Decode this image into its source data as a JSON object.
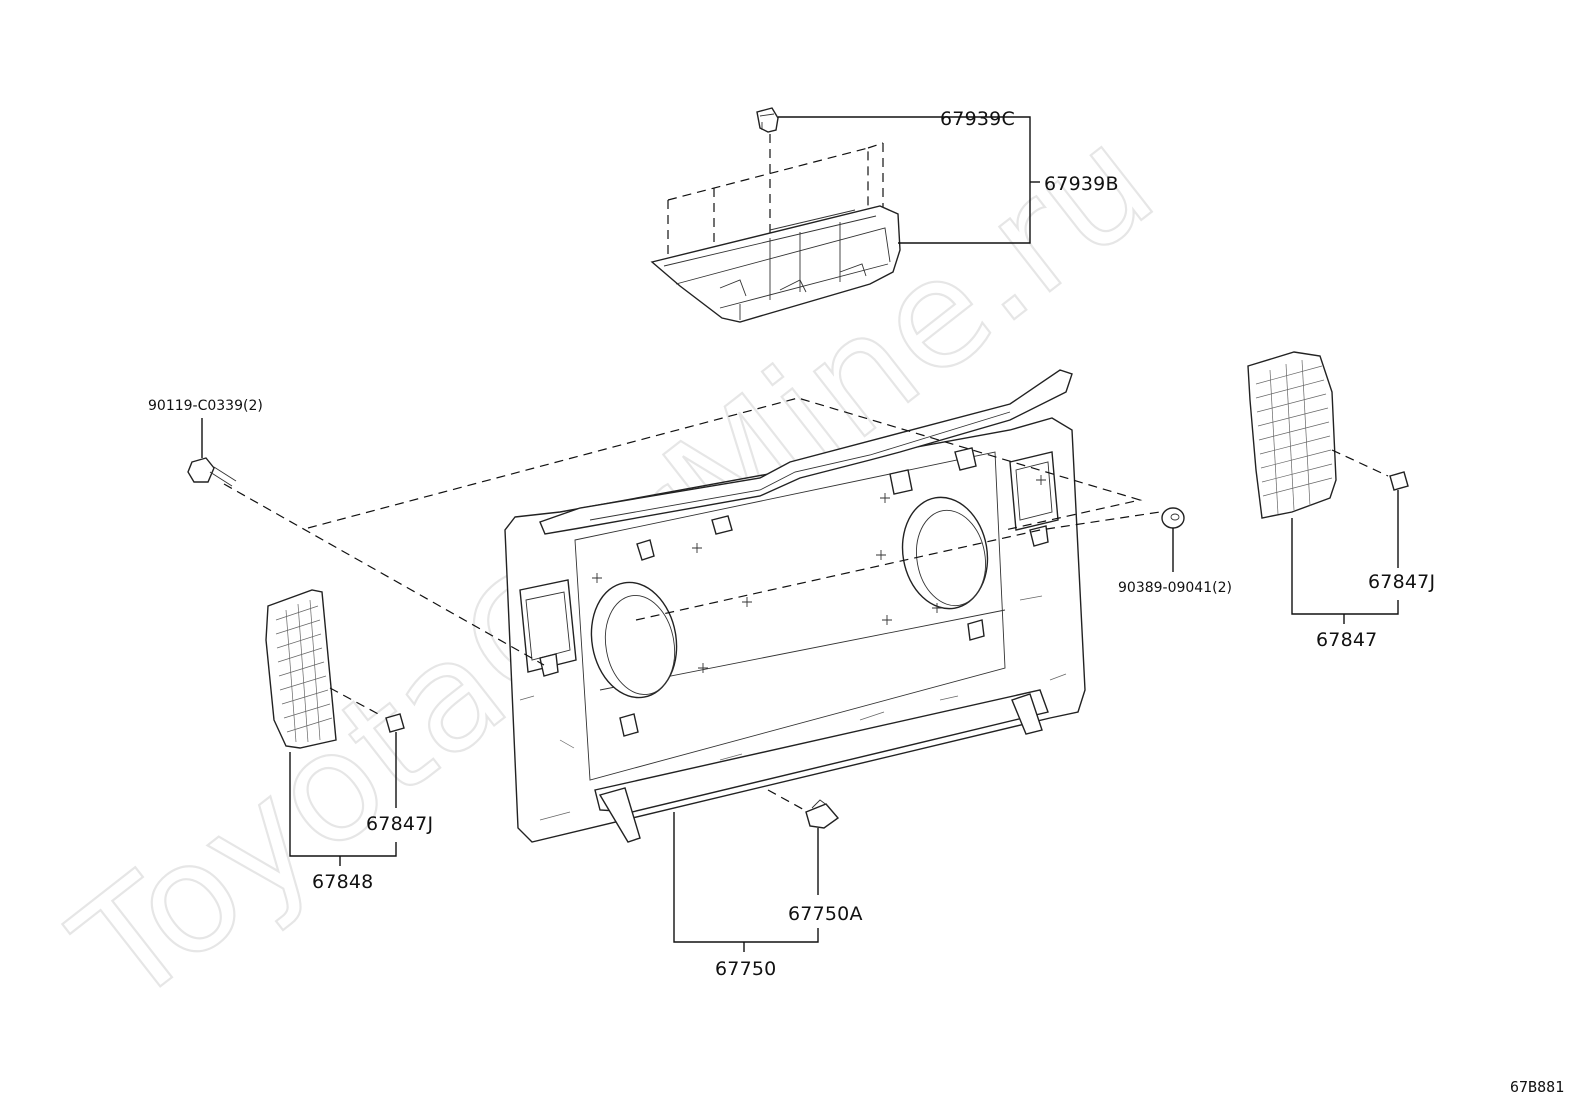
{
  "watermark": "ToyotaCarMine.ru",
  "drawing_code": "67B881",
  "callouts": {
    "c67939C": "67939C",
    "c67939B": "67939B",
    "c90119": "90119-C0339(2)",
    "c90389": "90389-09041(2)",
    "c67847J_right": "67847J",
    "c67847": "67847",
    "c67847J_left": "67847J",
    "c67848": "67848",
    "c67750A": "67750A",
    "c67750": "67750"
  }
}
